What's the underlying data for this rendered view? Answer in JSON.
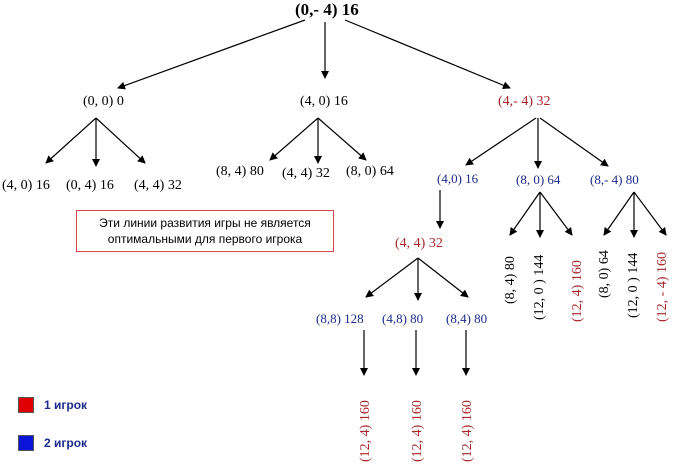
{
  "nodes": {
    "root": "(0,- 4) 16",
    "l1a": "(0, 0) 0",
    "l1b": "(4, 0) 16",
    "l1c": "(4,- 4) 32",
    "l2a1": "(4, 0) 16",
    "l2a2": "(0, 4) 16",
    "l2a3": "(4, 4) 32",
    "l2b1": "(8, 4) 80",
    "l2b2": "(4, 4) 32",
    "l2b3": "(8, 0) 64",
    "l2c1": "(4,0)  16",
    "l2c2": "(8, 0) 64",
    "l2c3": "(8,- 4) 80",
    "l3": "(4, 4) 32",
    "l4a": "(8,8)  128",
    "l4b": "(4,8)  80",
    "l4c": "(8,4)  80",
    "v1": "(12,  4)  160",
    "v2": "(12,  4)  160",
    "v3": "(12,  4)  160",
    "v4": "(8, 4)  80",
    "v5": "(12, 0 )  144",
    "v6": "(12,  4)  160",
    "v7": "(8, 0) 64",
    "v8": "(12, 0 ) 144",
    "v9": "(12,  - 4)  160"
  },
  "note": {
    "line1": "Эти линии развития игры не является",
    "line2": "оптимальными для первого игрока"
  },
  "legend": {
    "p1_label": "1 игрок",
    "p2_label": "2 игрок",
    "p1_color": "#e00000",
    "p2_color": "#0a14d8"
  }
}
